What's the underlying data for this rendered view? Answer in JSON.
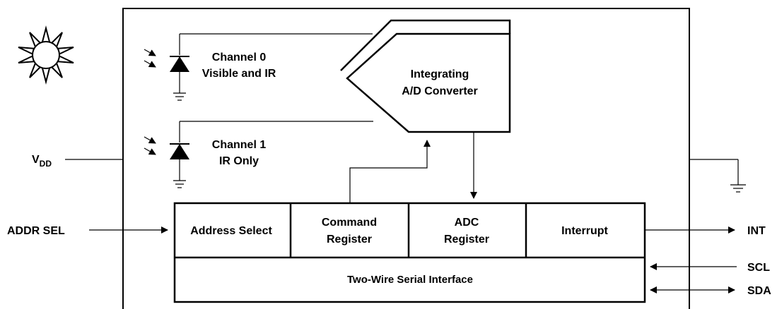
{
  "channels": {
    "ch0_line1": "Channel 0",
    "ch0_line2": "Visible and IR",
    "ch1_line1": "Channel 1",
    "ch1_line2": "IR Only"
  },
  "adc": {
    "line1": "Integrating",
    "line2": "A/D Converter"
  },
  "pins": {
    "vdd_main": "V",
    "vdd_sub": "DD",
    "addr_sel": "ADDR SEL",
    "int": "INT",
    "scl": "SCL",
    "sda": "SDA"
  },
  "registers": {
    "address_select": "Address Select",
    "command_line1": "Command",
    "command_line2": "Register",
    "adc_line1": "ADC",
    "adc_line2": "Register",
    "interrupt": "Interrupt",
    "serial_interface": "Two-Wire Serial Interface"
  }
}
